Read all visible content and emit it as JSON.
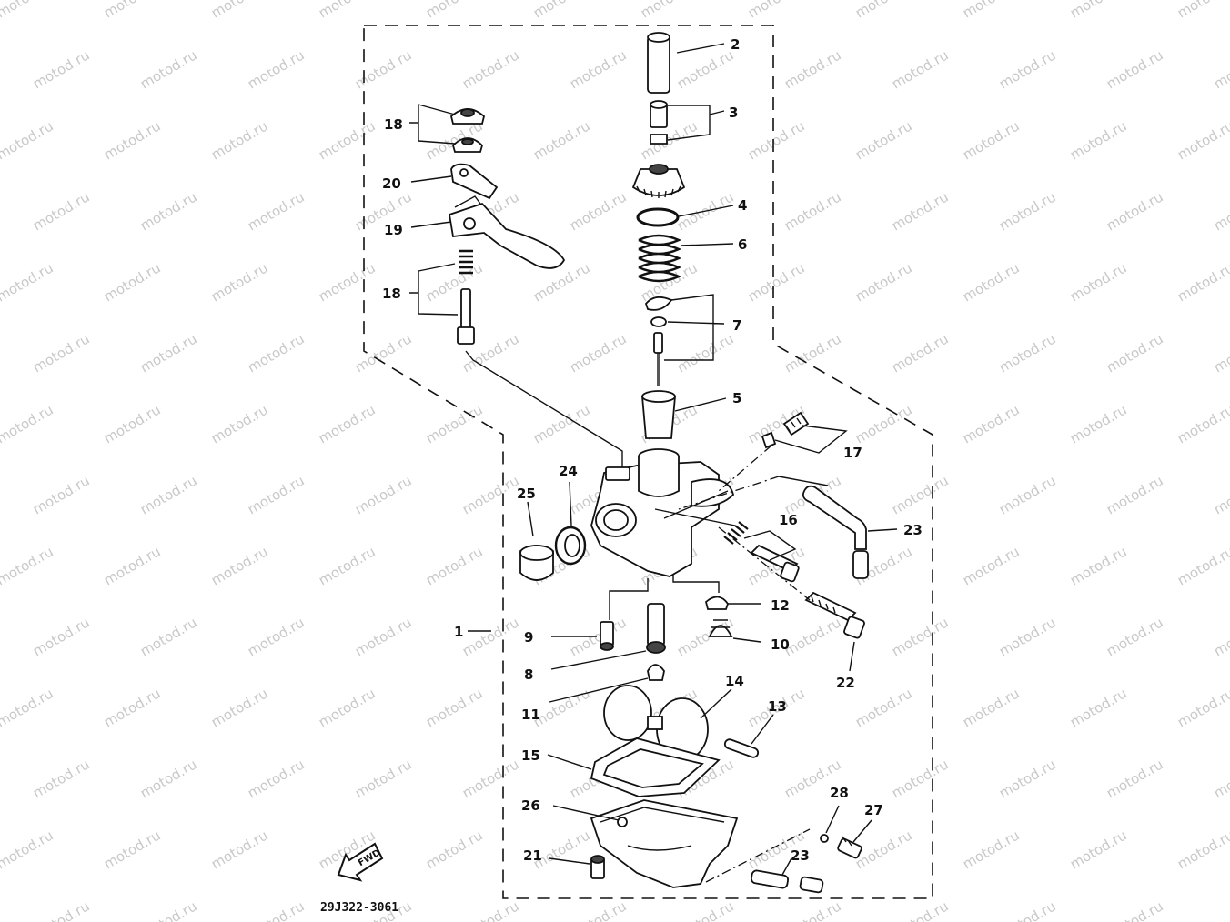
{
  "diagram": {
    "watermark": "motod.ru",
    "fwd_label": "FWD",
    "drawing_code": "29J322-3061",
    "callouts": [
      "1",
      "2",
      "3",
      "4",
      "5",
      "6",
      "7",
      "8",
      "9",
      "10",
      "11",
      "12",
      "13",
      "14",
      "15",
      "16",
      "17",
      "18",
      "18",
      "19",
      "20",
      "21",
      "22",
      "23",
      "23",
      "24",
      "25",
      "26",
      "27",
      "28"
    ]
  }
}
